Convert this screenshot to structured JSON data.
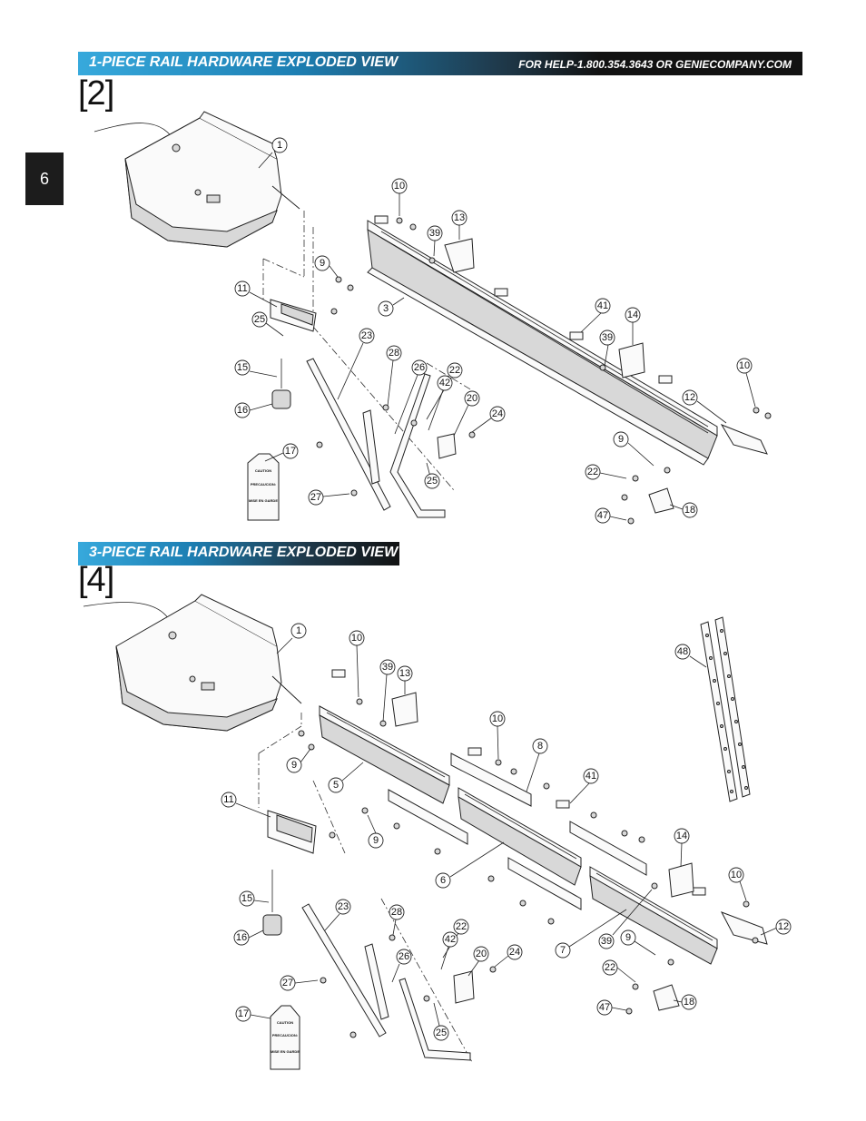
{
  "page_number": "6",
  "section1": {
    "title": "1-PIECE RAIL HARDWARE EXPLODED VIEW",
    "help_text": "FOR HELP-1.800.354.3643 OR GENIECOMPANY.COM",
    "figure_label": "[2]",
    "callouts": [
      "1",
      "10",
      "13",
      "39",
      "9",
      "3",
      "11",
      "25",
      "41",
      "14",
      "23",
      "28",
      "26",
      "22",
      "42",
      "20",
      "24",
      "39",
      "10",
      "12",
      "15",
      "16",
      "9",
      "17",
      "27",
      "25",
      "22",
      "47",
      "18"
    ]
  },
  "section2": {
    "title": "3-PIECE RAIL HARDWARE EXPLODED VIEW",
    "figure_label": "[4]",
    "callouts": [
      "1",
      "10",
      "39",
      "13",
      "48",
      "9",
      "5",
      "10",
      "8",
      "11",
      "41",
      "9",
      "6",
      "14",
      "10",
      "15",
      "23",
      "28",
      "12",
      "16",
      "22",
      "42",
      "20",
      "24",
      "26",
      "7",
      "39",
      "9",
      "27",
      "22",
      "17",
      "25",
      "47",
      "18"
    ]
  },
  "tag": {
    "caution": "CAUTION",
    "precaucion": "PRECAUCION:",
    "mise_en_garde": "MISE EN GARDE"
  }
}
